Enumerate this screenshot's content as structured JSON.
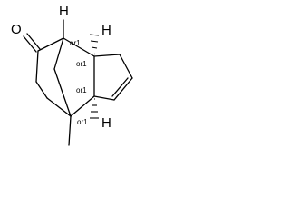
{
  "molecule": {
    "atoms": {
      "oxygen": "O",
      "hydrogen_top": "H",
      "hydrogen_ring_top": "H",
      "hydrogen_ring_bottom": "H"
    },
    "stereo_labels": {
      "bridgehead_top": "or1",
      "ring_fusion_top": "or1",
      "ring_fusion_bottom": "or1",
      "bridgehead_bottom": "or1"
    }
  }
}
